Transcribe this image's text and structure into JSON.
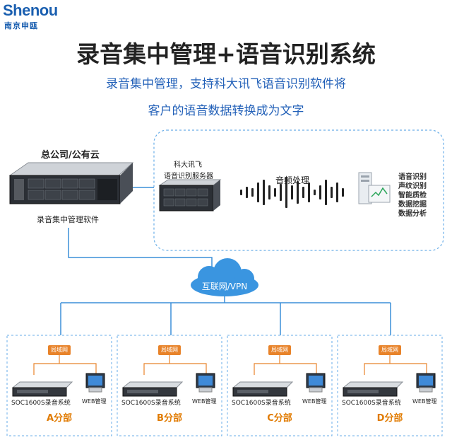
{
  "logo": {
    "name": "Shenou",
    "sub": "南京申瓯"
  },
  "title": "录音集中管理+语音识别系统",
  "subtitle_line1": "录音集中管理，支持科大讯飞语音识别软件将",
  "subtitle_line2": "客户的语音数据转换成为文字",
  "hq": {
    "label": "总公司/公有云",
    "software": "录音集中管理软件"
  },
  "iflytek": {
    "line1": "科大讯飞",
    "line2": "语音识别服务器"
  },
  "audio_processing": "音频处理",
  "features": [
    "语音识别",
    "声纹识别",
    "智能质检",
    "数据挖掘",
    "数据分析"
  ],
  "cloud": "互联网/VPN",
  "branches": [
    {
      "name": "A分部",
      "lan": "局域网",
      "device": "SOC1600S录音系统",
      "web": "WEB管理"
    },
    {
      "name": "B分部",
      "lan": "局域网",
      "device": "SOC1600S录音系统",
      "web": "WEB管理"
    },
    {
      "name": "C分部",
      "lan": "局域网",
      "device": "SOC1600S录音系统",
      "web": "WEB管理"
    },
    {
      "name": "D分部",
      "lan": "局域网",
      "device": "SOC1600S录音系统",
      "web": "WEB管理"
    }
  ],
  "colors": {
    "accent": "#2260b8",
    "branch_text": "#e07a00",
    "lan_badge": "#e8832a",
    "line": "#3b8fd9",
    "cloud": "#3a95e0"
  }
}
